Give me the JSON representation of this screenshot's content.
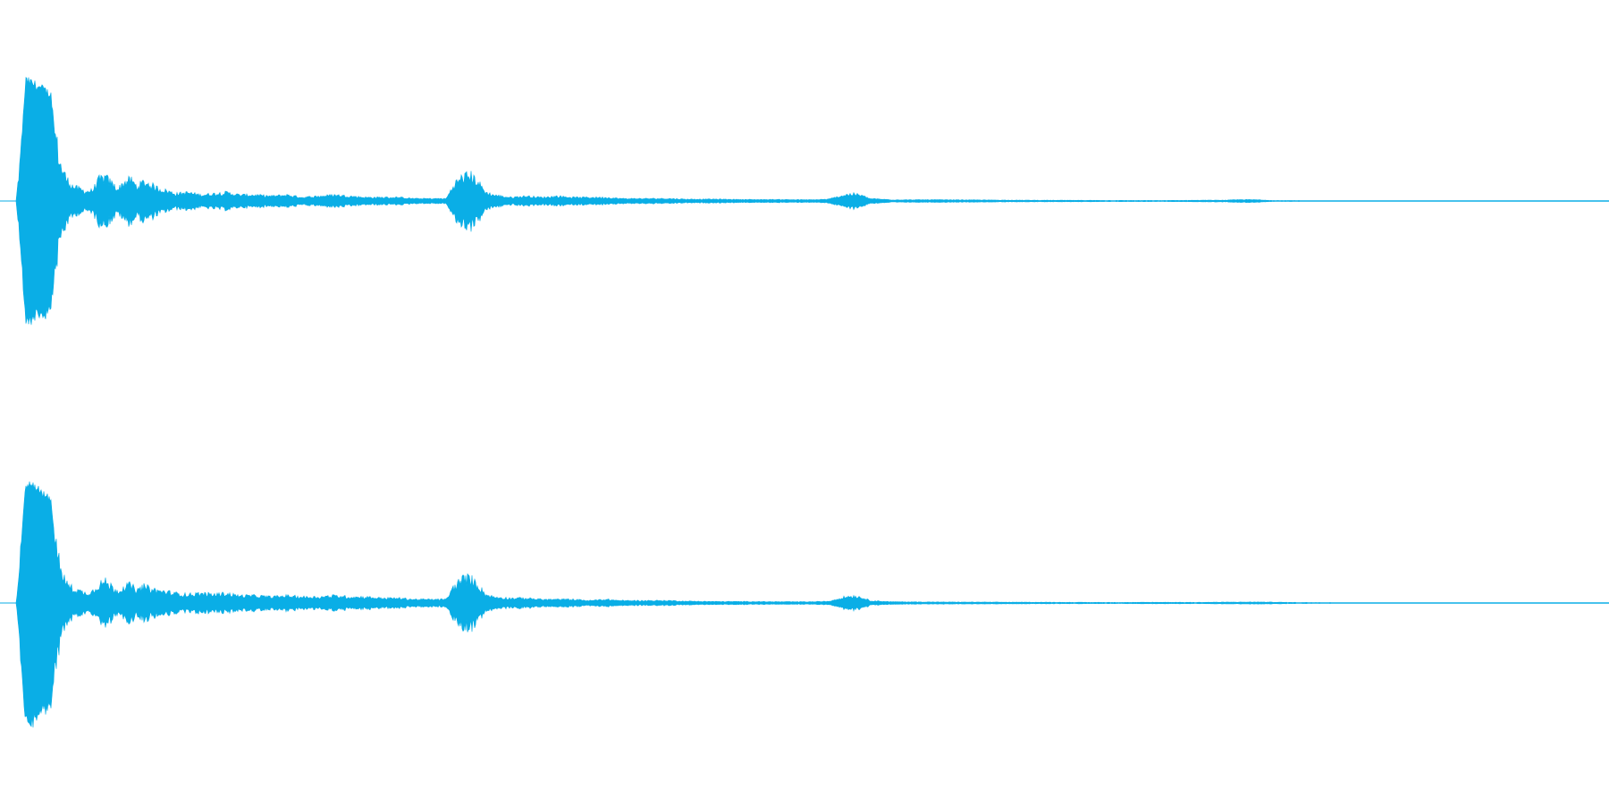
{
  "waveform": {
    "color": "#0aaee6",
    "background": "#ffffff",
    "channels": [
      {
        "name": "channel-1",
        "envelope": [
          [
            0.0,
            0.0
          ],
          [
            0.003,
            0.4
          ],
          [
            0.006,
            1.0
          ],
          [
            0.01,
            0.98
          ],
          [
            0.014,
            0.95
          ],
          [
            0.018,
            0.92
          ],
          [
            0.022,
            0.88
          ],
          [
            0.024,
            0.6
          ],
          [
            0.028,
            0.3
          ],
          [
            0.032,
            0.18
          ],
          [
            0.036,
            0.12
          ],
          [
            0.04,
            0.1
          ],
          [
            0.044,
            0.08
          ],
          [
            0.048,
            0.09
          ],
          [
            0.052,
            0.18
          ],
          [
            0.056,
            0.2
          ],
          [
            0.06,
            0.15
          ],
          [
            0.064,
            0.1
          ],
          [
            0.068,
            0.16
          ],
          [
            0.072,
            0.18
          ],
          [
            0.076,
            0.12
          ],
          [
            0.08,
            0.16
          ],
          [
            0.084,
            0.14
          ],
          [
            0.09,
            0.1
          ],
          [
            0.096,
            0.08
          ],
          [
            0.1,
            0.06
          ],
          [
            0.108,
            0.07
          ],
          [
            0.116,
            0.05
          ],
          [
            0.124,
            0.06
          ],
          [
            0.132,
            0.07
          ],
          [
            0.14,
            0.05
          ],
          [
            0.15,
            0.05
          ],
          [
            0.16,
            0.04
          ],
          [
            0.17,
            0.05
          ],
          [
            0.18,
            0.03
          ],
          [
            0.19,
            0.04
          ],
          [
            0.2,
            0.05
          ],
          [
            0.21,
            0.04
          ],
          [
            0.22,
            0.03
          ],
          [
            0.23,
            0.03
          ],
          [
            0.24,
            0.03
          ],
          [
            0.25,
            0.02
          ],
          [
            0.26,
            0.02
          ],
          [
            0.27,
            0.02
          ],
          [
            0.275,
            0.14
          ],
          [
            0.28,
            0.2
          ],
          [
            0.285,
            0.22
          ],
          [
            0.29,
            0.16
          ],
          [
            0.295,
            0.07
          ],
          [
            0.3,
            0.05
          ],
          [
            0.31,
            0.03
          ],
          [
            0.32,
            0.04
          ],
          [
            0.33,
            0.03
          ],
          [
            0.34,
            0.04
          ],
          [
            0.35,
            0.03
          ],
          [
            0.36,
            0.03
          ],
          [
            0.37,
            0.03
          ],
          [
            0.38,
            0.02
          ],
          [
            0.39,
            0.02
          ],
          [
            0.4,
            0.02
          ],
          [
            0.41,
            0.02
          ],
          [
            0.42,
            0.015
          ],
          [
            0.44,
            0.015
          ],
          [
            0.46,
            0.012
          ],
          [
            0.48,
            0.012
          ],
          [
            0.5,
            0.01
          ],
          [
            0.51,
            0.015
          ],
          [
            0.52,
            0.05
          ],
          [
            0.525,
            0.06
          ],
          [
            0.53,
            0.05
          ],
          [
            0.536,
            0.02
          ],
          [
            0.55,
            0.01
          ],
          [
            0.58,
            0.01
          ],
          [
            0.61,
            0.008
          ],
          [
            0.64,
            0.006
          ],
          [
            0.68,
            0.005
          ],
          [
            0.72,
            0.004
          ],
          [
            0.74,
            0.006
          ],
          [
            0.76,
            0.007
          ],
          [
            0.77,
            0.012
          ],
          [
            0.78,
            0.01
          ],
          [
            0.79,
            0.004
          ],
          [
            0.82,
            0.003
          ],
          [
            0.85,
            0.002
          ],
          [
            1.0,
            0.0
          ]
        ]
      },
      {
        "name": "channel-2",
        "envelope": [
          [
            0.0,
            0.0
          ],
          [
            0.003,
            0.45
          ],
          [
            0.006,
            1.0
          ],
          [
            0.01,
            0.97
          ],
          [
            0.014,
            0.94
          ],
          [
            0.018,
            0.9
          ],
          [
            0.022,
            0.85
          ],
          [
            0.024,
            0.55
          ],
          [
            0.028,
            0.28
          ],
          [
            0.032,
            0.16
          ],
          [
            0.036,
            0.12
          ],
          [
            0.04,
            0.1
          ],
          [
            0.044,
            0.08
          ],
          [
            0.048,
            0.1
          ],
          [
            0.052,
            0.16
          ],
          [
            0.056,
            0.18
          ],
          [
            0.06,
            0.14
          ],
          [
            0.064,
            0.1
          ],
          [
            0.068,
            0.14
          ],
          [
            0.072,
            0.15
          ],
          [
            0.076,
            0.1
          ],
          [
            0.08,
            0.14
          ],
          [
            0.084,
            0.12
          ],
          [
            0.09,
            0.1
          ],
          [
            0.096,
            0.09
          ],
          [
            0.1,
            0.08
          ],
          [
            0.108,
            0.07
          ],
          [
            0.116,
            0.08
          ],
          [
            0.124,
            0.07
          ],
          [
            0.132,
            0.08
          ],
          [
            0.14,
            0.06
          ],
          [
            0.15,
            0.06
          ],
          [
            0.16,
            0.05
          ],
          [
            0.17,
            0.06
          ],
          [
            0.18,
            0.05
          ],
          [
            0.19,
            0.05
          ],
          [
            0.2,
            0.06
          ],
          [
            0.21,
            0.05
          ],
          [
            0.22,
            0.05
          ],
          [
            0.23,
            0.04
          ],
          [
            0.24,
            0.04
          ],
          [
            0.25,
            0.03
          ],
          [
            0.26,
            0.03
          ],
          [
            0.27,
            0.03
          ],
          [
            0.275,
            0.14
          ],
          [
            0.28,
            0.2
          ],
          [
            0.285,
            0.21
          ],
          [
            0.29,
            0.15
          ],
          [
            0.295,
            0.07
          ],
          [
            0.3,
            0.05
          ],
          [
            0.31,
            0.04
          ],
          [
            0.32,
            0.04
          ],
          [
            0.33,
            0.03
          ],
          [
            0.34,
            0.03
          ],
          [
            0.35,
            0.03
          ],
          [
            0.36,
            0.02
          ],
          [
            0.37,
            0.03
          ],
          [
            0.38,
            0.02
          ],
          [
            0.39,
            0.02
          ],
          [
            0.4,
            0.02
          ],
          [
            0.41,
            0.02
          ],
          [
            0.42,
            0.015
          ],
          [
            0.44,
            0.012
          ],
          [
            0.46,
            0.012
          ],
          [
            0.48,
            0.01
          ],
          [
            0.5,
            0.01
          ],
          [
            0.51,
            0.014
          ],
          [
            0.52,
            0.05
          ],
          [
            0.525,
            0.06
          ],
          [
            0.53,
            0.05
          ],
          [
            0.536,
            0.02
          ],
          [
            0.55,
            0.01
          ],
          [
            0.58,
            0.008
          ],
          [
            0.61,
            0.007
          ],
          [
            0.64,
            0.006
          ],
          [
            0.68,
            0.005
          ],
          [
            0.7,
            0.005
          ],
          [
            0.72,
            0.006
          ],
          [
            0.74,
            0.005
          ],
          [
            0.76,
            0.007
          ],
          [
            0.78,
            0.008
          ],
          [
            0.8,
            0.005
          ],
          [
            0.82,
            0.004
          ],
          [
            0.85,
            0.002
          ],
          [
            1.0,
            0.0
          ]
        ]
      }
    ]
  }
}
